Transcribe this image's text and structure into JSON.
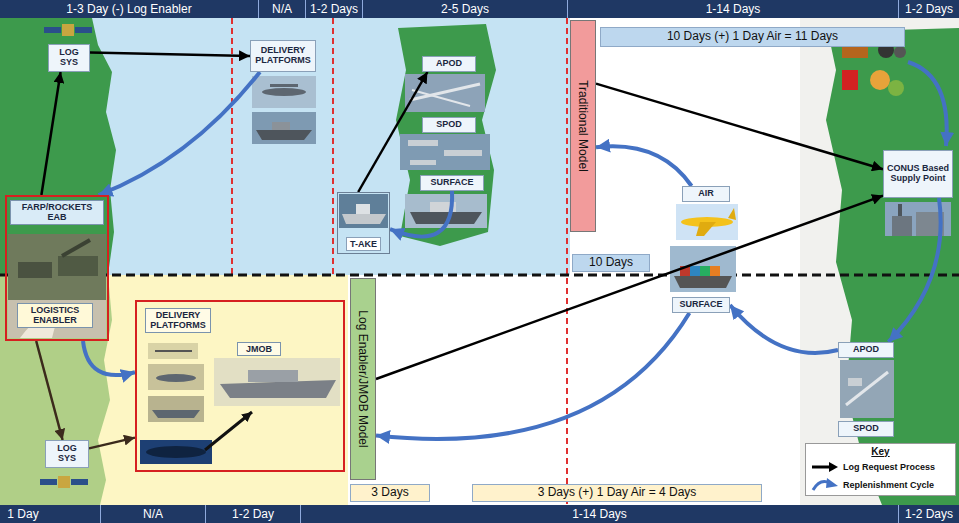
{
  "diagram": {
    "nodes": [
      {
        "text": [
          "1-3 Day (-) Log Enabler",
          "N/A",
          "1-2 Days",
          "2-5 Days",
          "1-14 Days",
          "1-2 Days"
        ]
      },
      {
        "text": [
          "LOG SYS"
        ]
      },
      {
        "text": [
          "DELIVERY PLATFORMS"
        ]
      },
      {
        "text": [
          "FARP/ROCKETS EAB",
          "LOGISTICS ENABLER"
        ]
      },
      {
        "text": [
          "APOD"
        ]
      },
      {
        "text": [
          "SPOD"
        ]
      },
      {
        "text": [
          "SURFACE"
        ]
      },
      {
        "text": [
          "T-AKE"
        ]
      },
      {
        "text": [
          "Traditional Model"
        ]
      },
      {
        "text": [
          "10 Days (+) 1 Day Air = 11 Days"
        ]
      },
      {
        "text": [
          "10 Days"
        ]
      },
      {
        "text": [
          "AIR"
        ]
      },
      {
        "text": [
          "SURFACE"
        ]
      },
      {
        "text": [
          "CONUS Based Supply Point"
        ]
      },
      {
        "text": [
          "APOD"
        ]
      },
      {
        "text": [
          "SPOD"
        ]
      },
      {
        "text": [
          "LOG SYS"
        ]
      },
      {
        "text": [
          "DELIVERY PLATFORMS",
          "JMOB"
        ]
      },
      {
        "text": [
          "Log Enabler/JMOB Model"
        ]
      },
      {
        "text": [
          "3 Days"
        ]
      },
      {
        "text": [
          "3 Days (+) 1 Day Air = 4 Days"
        ]
      },
      {
        "text": [
          "1 Day",
          "N/A",
          "1-2 Day",
          "1-14 Days",
          "1-2 Days"
        ]
      }
    ],
    "edges": [
      {
        "from": 3,
        "to": 1,
        "arrow": "to"
      },
      {
        "from": 1,
        "to": 2,
        "arrow": "to"
      },
      {
        "from": 2,
        "to": 3,
        "arrow": "to"
      },
      {
        "from": 7,
        "to": 4,
        "arrow": "to"
      },
      {
        "from": 6,
        "to": 7,
        "arrow": "to"
      },
      {
        "from": 8,
        "to": 13,
        "arrow": "to"
      },
      {
        "from": 11,
        "to": 8,
        "arrow": "to"
      },
      {
        "from": 3,
        "to": 16,
        "arrow": "to"
      },
      {
        "from": 16,
        "to": 17,
        "arrow": "to"
      },
      {
        "from": 3,
        "to": 17,
        "arrow": "to"
      },
      {
        "from": 18,
        "to": 13,
        "arrow": "to"
      },
      {
        "from": 12,
        "to": 18,
        "arrow": "to"
      },
      {
        "from": 14,
        "to": 12,
        "arrow": "to"
      },
      {
        "from": 13,
        "to": 14,
        "arrow": "to"
      }
    ],
    "labels": [
      "Key"
    ],
    "legend": [
      {
        "text": "Log Request Process"
      },
      {
        "text": "Replenishment Cycle"
      }
    ]
  }
}
